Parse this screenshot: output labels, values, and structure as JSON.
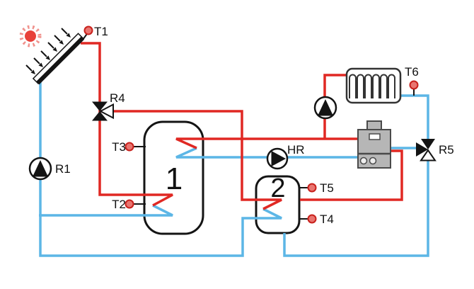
{
  "labels": {
    "t1": "T1",
    "t2": "T2",
    "t3": "T3",
    "t4": "T4",
    "t5": "T5",
    "t6": "T6",
    "r1": "R1",
    "r4": "R4",
    "r5": "R5",
    "hr": "HR",
    "tank1": "1",
    "tank2": "2"
  },
  "colors": {
    "hot": "#e02823",
    "cold": "#5cb6e6",
    "outline": "#141414",
    "sensor_fill": "#e97570",
    "sensor_stroke": "#c8211c",
    "component_gray": "#b6b6b6",
    "component_stroke": "#4a4a4a",
    "sun": "#e8413a",
    "sun_ray": "#f0928d"
  }
}
